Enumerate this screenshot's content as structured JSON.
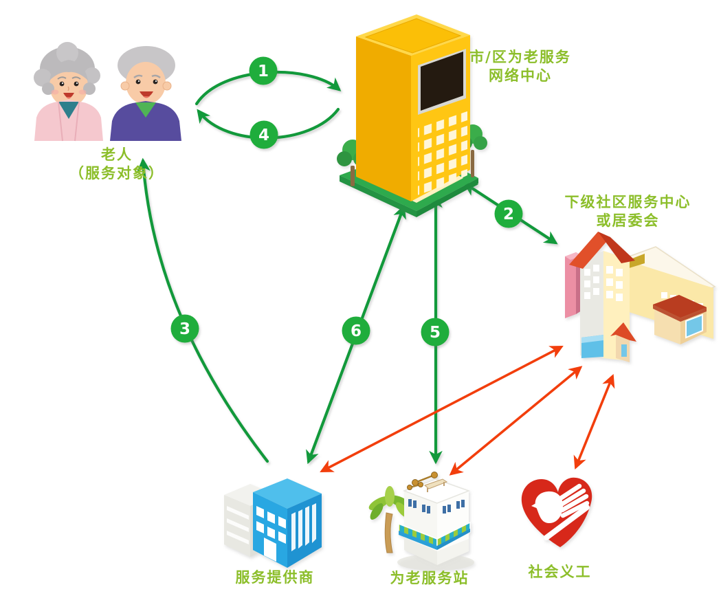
{
  "diagram": {
    "nodes": {
      "elderly": {
        "line1": "老人",
        "line2": "（服务对象）"
      },
      "network_center": {
        "line1": "市/区为老服务",
        "line2": "网络中心"
      },
      "community_center": {
        "line1": "下级社区服务中心",
        "line2": "或居委会"
      },
      "service_provider": {
        "label": "服务提供商"
      },
      "service_station": {
        "label": "为老服务站"
      },
      "volunteers": {
        "label": "社会义工"
      }
    },
    "badges": {
      "n1": "1",
      "n2": "2",
      "n3": "3",
      "n4": "4",
      "n5": "5",
      "n6": "6"
    },
    "connections": [
      {
        "badge": "1",
        "from": "老人（服务对象）",
        "to": "市/区为老服务网络中心",
        "direction": "one-way",
        "color": "green",
        "shape": "curved"
      },
      {
        "badge": "2",
        "from": "市/区为老服务网络中心",
        "to": "下级社区服务中心或居委会",
        "direction": "two-way",
        "color": "green",
        "shape": "straight"
      },
      {
        "badge": "3",
        "from": "服务提供商",
        "to": "老人（服务对象）",
        "direction": "one-way",
        "color": "green",
        "shape": "curved"
      },
      {
        "badge": "4",
        "from": "市/区为老服务网络中心",
        "to": "老人（服务对象）",
        "direction": "one-way",
        "color": "green",
        "shape": "curved"
      },
      {
        "badge": "5",
        "from": "市/区为老服务网络中心",
        "to": "为老服务站",
        "direction": "two-way",
        "color": "green",
        "shape": "straight"
      },
      {
        "badge": "6",
        "from": "市/区为老服务网络中心",
        "to": "服务提供商",
        "direction": "two-way",
        "color": "green",
        "shape": "straight"
      },
      {
        "badge": "",
        "from": "下级社区服务中心或居委会",
        "to": "服务提供商",
        "direction": "two-way",
        "color": "red",
        "shape": "straight"
      },
      {
        "badge": "",
        "from": "下级社区服务中心或居委会",
        "to": "为老服务站",
        "direction": "two-way",
        "color": "red",
        "shape": "straight"
      },
      {
        "badge": "",
        "from": "下级社区服务中心或居委会",
        "to": "社会义工",
        "direction": "two-way",
        "color": "red",
        "shape": "straight"
      }
    ]
  },
  "colors": {
    "arrow_green": "#12993B",
    "badge_green": "#1FAD3C",
    "arrow_red": "#F23E0C",
    "label_green": "#8CBE2A",
    "heart_red": "#D7281A",
    "building_yellow": "#FFC613",
    "building_blue": "#29A7E2",
    "background": "#FFFFFF"
  }
}
